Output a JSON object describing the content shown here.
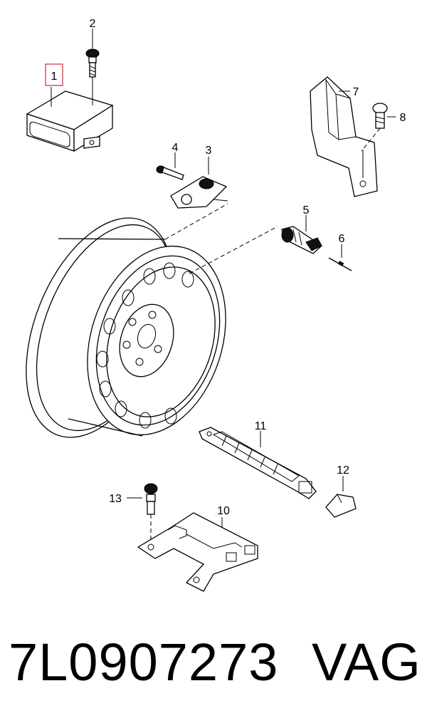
{
  "diagram": {
    "callouts": [
      "1",
      "2",
      "3",
      "4",
      "5",
      "6",
      "7",
      "8",
      "10",
      "11",
      "12",
      "13"
    ],
    "highlighted_callout": "1",
    "highlight_color": "#d23a4a"
  },
  "caption": {
    "part_number": "7L0907273",
    "brand": "VAG"
  }
}
